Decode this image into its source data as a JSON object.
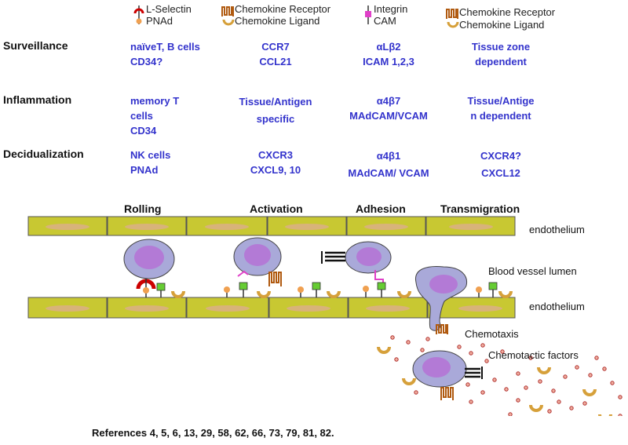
{
  "legend": {
    "l_selectin": "L-Selectin",
    "pnad": "PNAd",
    "chemokine_receptor": "Chemokine Receptor",
    "chemokine_ligand": "Chemokine Ligand",
    "integrin": "Integrin",
    "cam": "CAM"
  },
  "rows": [
    {
      "label": "Surveillance",
      "cells": [
        "naïveT, B cells",
        "CD34?",
        "CCR7",
        "CCL21",
        "αLβ2",
        "ICAM 1,2,3",
        "Tissue zone",
        "dependent"
      ]
    },
    {
      "label": "Inflammation",
      "cells": [
        "memory T",
        "cells",
        "CD34",
        "Tissue/Antigen",
        "specific",
        "α4β7",
        "MAdCAM/VCAM",
        "Tissue/Antige",
        "n dependent"
      ]
    },
    {
      "label": "Decidualization",
      "cells": [
        "NK cells",
        "PNAd",
        "CXCR3",
        "CXCL9, 10",
        "α4β1",
        "MAdCAM/ VCAM",
        "CXCR4?",
        "CXCL12"
      ]
    }
  ],
  "stages": {
    "rolling": "Rolling",
    "activation": "Activation",
    "adhesion": "Adhesion",
    "transmigration": "Transmigration"
  },
  "labels": {
    "endothelium_top": "endothelium",
    "lumen": "Blood vessel lumen",
    "endothelium_bottom": "endothelium",
    "chemotaxis": "Chemotaxis",
    "chemotactic_factors": "Chemotactic factors"
  },
  "references": "References 4, 5, 6, 13, 29, 58, 62, 66, 73, 79, 81, 82.",
  "colors": {
    "text_blue": "#3333cc",
    "endothelial_cell": "#c8c832",
    "nucleus": "#d8b37a",
    "leukocyte": "#a9a9d9",
    "leukocyte_nucleus": "#b37ad6",
    "selectin": "#cc0000",
    "integrin": "#e040c8",
    "chemokine": "#d6a03a",
    "cam": "#66cc33",
    "pnad": "#f0a050"
  }
}
